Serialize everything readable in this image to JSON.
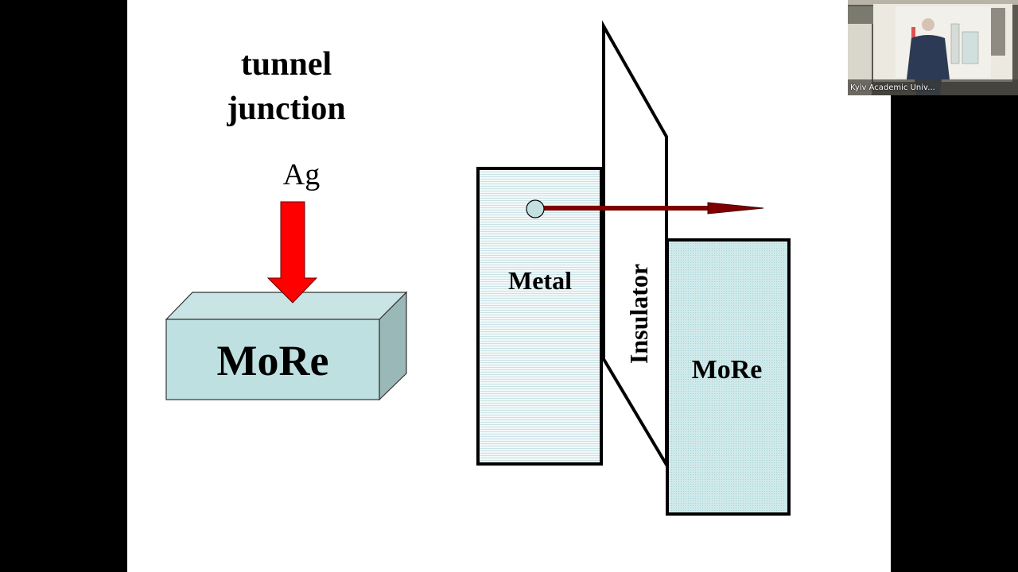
{
  "slide": {
    "title_line1": "tunnel",
    "title_line2": "junction",
    "left_diagram": {
      "arrow_label": "Ag",
      "block_label": "MoRe",
      "arrow_color": "#ff0000",
      "block_color": "#bfe0e0"
    },
    "right_diagram": {
      "metal_label": "Metal",
      "insulator_label": "Insulator",
      "superconductor_label": "MoRe",
      "electron_arrow_color": "#800000",
      "metal_fill": "#e4f2f3",
      "more_fill": "#c8e6e8"
    }
  },
  "video_tile": {
    "participant_name": "Kyiv Academic Univ..."
  }
}
